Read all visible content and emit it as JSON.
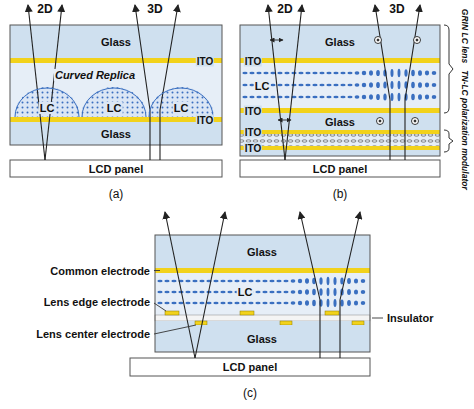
{
  "diagram": {
    "nodes": [
      {
        "text": [
          "Glass"
        ]
      },
      {
        "text": [
          "Curved Replica"
        ]
      },
      {
        "text": [
          "LC"
        ],
        "in": 1
      },
      {
        "text": [
          "LC"
        ],
        "in": 1
      },
      {
        "text": [
          "LC"
        ],
        "in": 1
      },
      {
        "text": [
          "Glass"
        ]
      },
      {
        "text": [
          "LCD panel"
        ]
      },
      {
        "text": [
          "Glass"
        ]
      },
      {
        "text": [
          "LC"
        ]
      },
      {
        "text": [
          "Glass"
        ]
      },
      {
        "text": [
          "LCD panel"
        ]
      },
      {
        "text": [
          "Glass"
        ]
      },
      {
        "text": [
          "LC"
        ]
      },
      {
        "text": [
          "Glass"
        ]
      },
      {
        "text": [
          "LCD panel"
        ]
      }
    ],
    "labels": [
      "2D",
      "3D",
      "ITO",
      "ITO",
      "(a)",
      "2D",
      "3D",
      "GRIN LC lens",
      "TN-LC polarization modulator",
      "ITO",
      "ITO",
      "ITO",
      "ITO",
      "(b)",
      "Common electrode",
      "Lens edge electrode",
      "Lens center electrode",
      "Insulator",
      "(c)"
    ]
  }
}
